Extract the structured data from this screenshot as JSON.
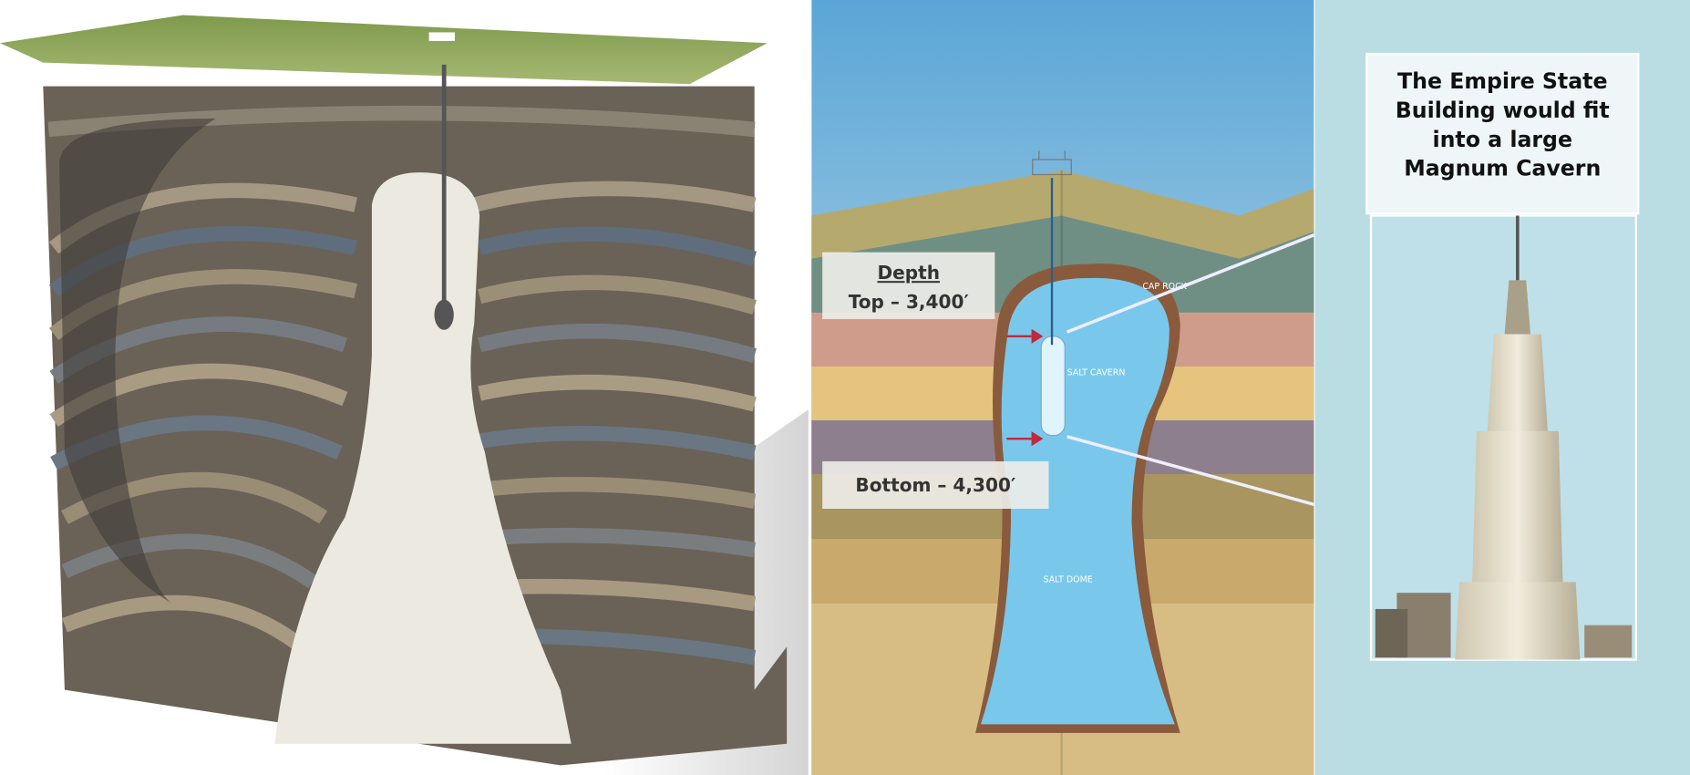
{
  "diagram": {
    "depth_label": {
      "heading": "Depth",
      "top": "Top – 3,400′",
      "bottom": "Bottom – 4,300′"
    },
    "layer_labels": {
      "cap_rock": "CAP ROCK",
      "salt_cavern": "SALT CAVERN",
      "salt_dome": "SALT DOME"
    },
    "callout": {
      "line1": "The Empire State",
      "line2": "Building would fit",
      "line3": "into a large",
      "line4": "Magnum Cavern"
    },
    "colors": {
      "salt": "#79c8ec",
      "cap_rock": "#8a5a3c",
      "arrow": "#c0283c",
      "panel_bg": "#b9dde3"
    }
  }
}
